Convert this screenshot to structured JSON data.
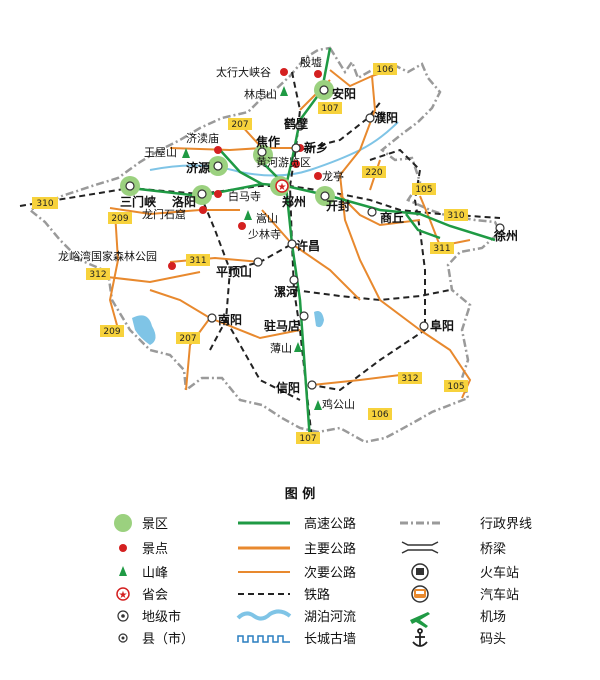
{
  "map": {
    "shields": {
      "g310": "310",
      "g106": "106",
      "g107": "107",
      "g207": "207",
      "g220": "220",
      "g105": "105",
      "g209": "209",
      "g311": "311",
      "g312": "312"
    },
    "cities": {
      "anyang": "安阳",
      "hebi": "鹤壁",
      "puyang": "濮阳",
      "jiaozuo": "焦作",
      "xinxiang": "新乡",
      "jiyuan": "济源",
      "sanmenxia": "三门峡",
      "luoyang": "洛阳",
      "zhengzhou": "郑州",
      "kaifeng": "开封",
      "shangqiu": "商丘",
      "xuzhou": "徐州",
      "xuchang": "许昌",
      "pingdingshan": "平顶山",
      "luohe": "漯河",
      "nanyang": "南阳",
      "zhumadian": "驻马店",
      "fuyang": "阜阳",
      "xinyang": "信阳"
    },
    "sites": {
      "taihang": "太行大峡谷",
      "yinxu": "殷墟",
      "linlv": "林虑山",
      "jidumiao": "济渎庙",
      "wangwu": "王屋山",
      "yellow_river": "黄河游览区",
      "longting": "龙亭",
      "baima": "白马寺",
      "longmen": "龙门石窟",
      "songshan": "嵩山",
      "shaolin": "少林寺",
      "longyuwan": "龙峪湾国家森林公园",
      "tongbai": "薄山",
      "jigong": "鸡公山"
    }
  },
  "legend": {
    "title": "图    例",
    "items": {
      "scenic_area": "景区",
      "scenic_spot": "景点",
      "peak": "山峰",
      "capital": "省会",
      "prefecture": "地级市",
      "county": "县（市）",
      "expressway": "高速公路",
      "main_road": "主要公路",
      "secondary_road": "次要公路",
      "railway": "铁路",
      "water": "湖泊河流",
      "great_wall": "长城古墙",
      "admin_border": "行政界线",
      "bridge": "桥梁",
      "train_station": "火车站",
      "bus_station": "汽车站",
      "airport": "机场",
      "dock": "码头"
    }
  }
}
